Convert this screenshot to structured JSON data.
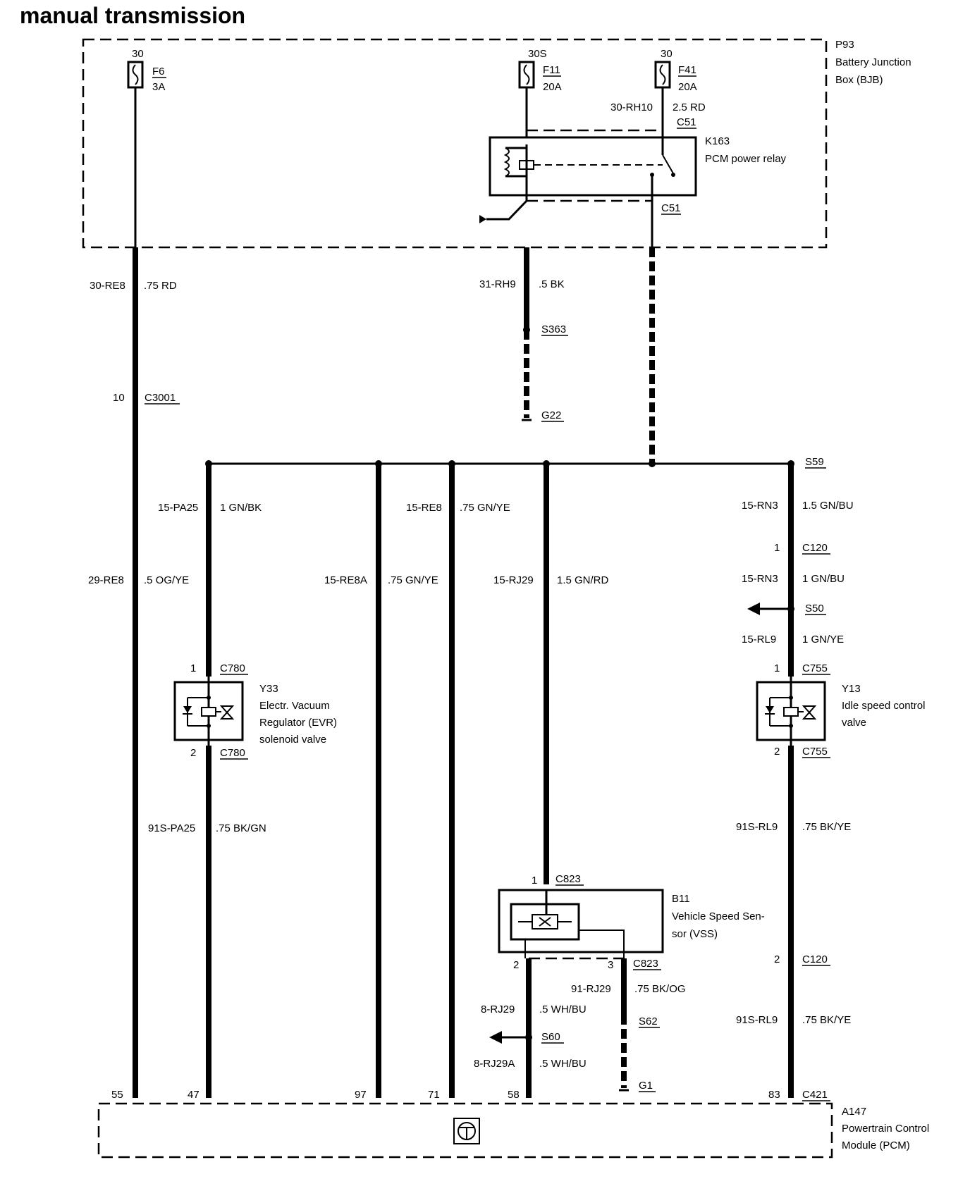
{
  "title": "manual transmission",
  "bjb": {
    "id": "P93",
    "name_line1": "Battery Junction",
    "name_line2": "Box (BJB)"
  },
  "fuse_f6": {
    "terminal": "30",
    "id": "F6",
    "rating": "3A"
  },
  "fuse_f11": {
    "terminal": "30S",
    "id": "F11",
    "rating": "20A"
  },
  "fuse_f41": {
    "terminal": "30",
    "id": "F41",
    "rating": "20A"
  },
  "relay": {
    "id": "K163",
    "name": "PCM power relay",
    "conn_top": "C51",
    "conn_bottom": "C51",
    "wire_top_code": "30-RH10",
    "wire_top_spec": "2.5 RD"
  },
  "wires": {
    "w1": {
      "code": "30-RE8",
      "spec": ".75 RD"
    },
    "w2": {
      "code": "29-RE8",
      "spec": ".5 OG/YE"
    },
    "w3": {
      "code": "31-RH9",
      "spec": ".5 BK"
    },
    "w4": {
      "code": "15-PA25",
      "spec": "1 GN/BK"
    },
    "w5": {
      "code": "91S-PA25",
      "spec": ".75 BK/GN"
    },
    "w6": {
      "code": "15-RE8A",
      "spec": ".75 GN/YE"
    },
    "w7": {
      "code": "15-RE8",
      "spec": ".75 GN/YE"
    },
    "w8": {
      "code": "15-RJ29",
      "spec": "1.5 GN/RD"
    },
    "w9": {
      "code": "15-RN3",
      "spec": "1.5 GN/BU"
    },
    "w10": {
      "code": "15-RN3",
      "spec": "1 GN/BU"
    },
    "w11": {
      "code": "15-RL9",
      "spec": "1 GN/YE"
    },
    "w12": {
      "code": "91S-RL9",
      "spec": ".75 BK/YE"
    },
    "w13": {
      "code": "91S-RL9",
      "spec": ".75 BK/YE"
    },
    "w14": {
      "code": "91-RJ29",
      "spec": ".75 BK/OG"
    },
    "w15": {
      "code": "8-RJ29",
      "spec": ".5 WH/BU"
    },
    "w16": {
      "code": "8-RJ29A",
      "spec": ".5 WH/BU"
    }
  },
  "splices": {
    "s363": "S363",
    "s59": "S59",
    "s50": "S50",
    "s60": "S60",
    "s62": "S62"
  },
  "grounds": {
    "g22": "G22",
    "g1": "G1"
  },
  "connectors": {
    "c3001": {
      "id": "C3001",
      "pin": "10"
    },
    "c120_a": {
      "id": "C120",
      "pin": "1"
    },
    "c120_b": {
      "id": "C120",
      "pin": "2"
    },
    "c780_a": {
      "id": "C780",
      "pin": "1"
    },
    "c780_b": {
      "id": "C780",
      "pin": "2"
    },
    "c755_a": {
      "id": "C755",
      "pin": "1"
    },
    "c755_b": {
      "id": "C755",
      "pin": "2"
    },
    "c823_a": {
      "id": "C823",
      "pin": "1"
    },
    "c823_b": {
      "id": "C823",
      "pin2": "2",
      "pin3": "3"
    },
    "c421": {
      "id": "C421"
    }
  },
  "evr": {
    "id": "Y33",
    "line1": "Electr. Vacuum",
    "line2": "Regulator (EVR)",
    "line3": "solenoid valve"
  },
  "isc": {
    "id": "Y13",
    "line1": "Idle speed control",
    "line2": "valve"
  },
  "vss": {
    "id": "B11",
    "line1": "Vehicle Speed Sen-",
    "line2": "sor (VSS)"
  },
  "pcm": {
    "id": "A147",
    "line1": "Powertrain Control",
    "line2": "Module (PCM)",
    "pins": [
      "55",
      "47",
      "97",
      "71",
      "58",
      "83"
    ]
  }
}
